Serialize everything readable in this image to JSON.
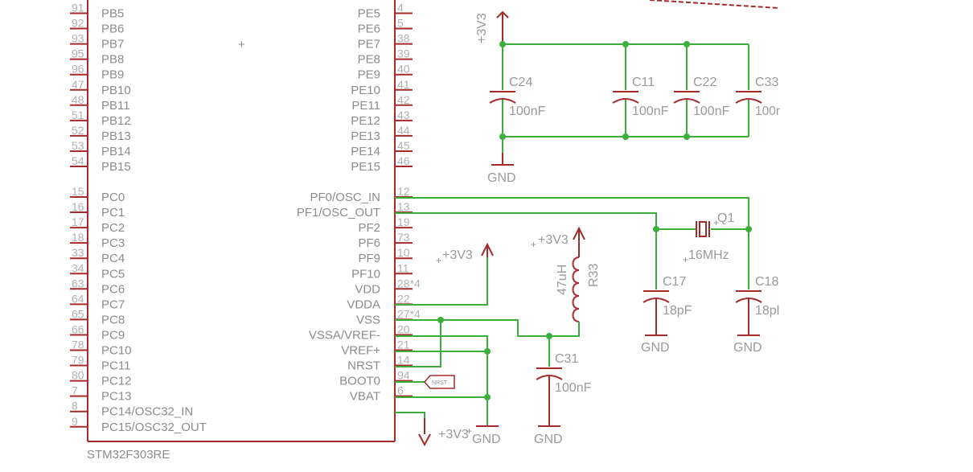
{
  "ic": {
    "name": "STM32F303RE",
    "left_pins": [
      {
        "num": "91",
        "name": "PB5"
      },
      {
        "num": "92",
        "name": "PB6"
      },
      {
        "num": "93",
        "name": "PB7"
      },
      {
        "num": "95",
        "name": "PB8"
      },
      {
        "num": "96",
        "name": "PB9"
      },
      {
        "num": "47",
        "name": "PB10"
      },
      {
        "num": "48",
        "name": "PB11"
      },
      {
        "num": "51",
        "name": "PB12"
      },
      {
        "num": "52",
        "name": "PB13"
      },
      {
        "num": "53",
        "name": "PB14"
      },
      {
        "num": "54",
        "name": "PB15"
      },
      {
        "num": "15",
        "name": "PC0"
      },
      {
        "num": "16",
        "name": "PC1"
      },
      {
        "num": "17",
        "name": "PC2"
      },
      {
        "num": "18",
        "name": "PC3"
      },
      {
        "num": "33",
        "name": "PC4"
      },
      {
        "num": "34",
        "name": "PC5"
      },
      {
        "num": "63",
        "name": "PC6"
      },
      {
        "num": "64",
        "name": "PC7"
      },
      {
        "num": "65",
        "name": "PC8"
      },
      {
        "num": "66",
        "name": "PC9"
      },
      {
        "num": "78",
        "name": "PC10"
      },
      {
        "num": "79",
        "name": "PC11"
      },
      {
        "num": "80",
        "name": "PC12"
      },
      {
        "num": "7",
        "name": "PC13"
      },
      {
        "num": "8",
        "name": "PC14/OSC32_IN"
      },
      {
        "num": "9",
        "name": "PC15/OSC32_OUT"
      }
    ],
    "right_pins": [
      {
        "num": "4",
        "name": "PE5"
      },
      {
        "num": "5",
        "name": "PE6"
      },
      {
        "num": "38",
        "name": "PE7"
      },
      {
        "num": "39",
        "name": "PE8"
      },
      {
        "num": "40",
        "name": "PE9"
      },
      {
        "num": "41",
        "name": "PE10"
      },
      {
        "num": "42",
        "name": "PE11"
      },
      {
        "num": "43",
        "name": "PE12"
      },
      {
        "num": "44",
        "name": "PE13"
      },
      {
        "num": "45",
        "name": "PE14"
      },
      {
        "num": "46",
        "name": "PE15"
      },
      {
        "num": "12",
        "name": "PF0/OSC_IN"
      },
      {
        "num": "13",
        "name": "PF1/OSC_OUT"
      },
      {
        "num": "19",
        "name": "PF2"
      },
      {
        "num": "73",
        "name": "PF6"
      },
      {
        "num": "10",
        "name": "PF9"
      },
      {
        "num": "11",
        "name": "PF10"
      },
      {
        "num": "28*4",
        "name": "VDD"
      },
      {
        "num": "22",
        "name": "VDDA"
      },
      {
        "num": "27*4",
        "name": "VSS"
      },
      {
        "num": "20",
        "name": "VSSA/VREF-"
      },
      {
        "num": "21",
        "name": "VREF+"
      },
      {
        "num": "14",
        "name": "NRST"
      },
      {
        "num": "94",
        "name": "BOOT0"
      },
      {
        "num": "6",
        "name": "VBAT"
      }
    ]
  },
  "power": {
    "vcc_label": "+3V3",
    "gnd_label": "GND"
  },
  "net_label": "NRST",
  "components": {
    "c24": {
      "name": "C24",
      "value": "100nF"
    },
    "c11": {
      "name": "C11",
      "value": "100nF"
    },
    "c22": {
      "name": "C22",
      "value": "100nF"
    },
    "c33": {
      "name": "C33",
      "value": "100r"
    },
    "c17": {
      "name": "C17",
      "value": "18pF"
    },
    "c18": {
      "name": "C18",
      "value": "18pl"
    },
    "c31": {
      "name": "C31",
      "value": "100nF"
    },
    "q1": {
      "name": "Q1",
      "value": "16MHz"
    },
    "r33": {
      "name": "R33",
      "value": "47uH"
    }
  }
}
